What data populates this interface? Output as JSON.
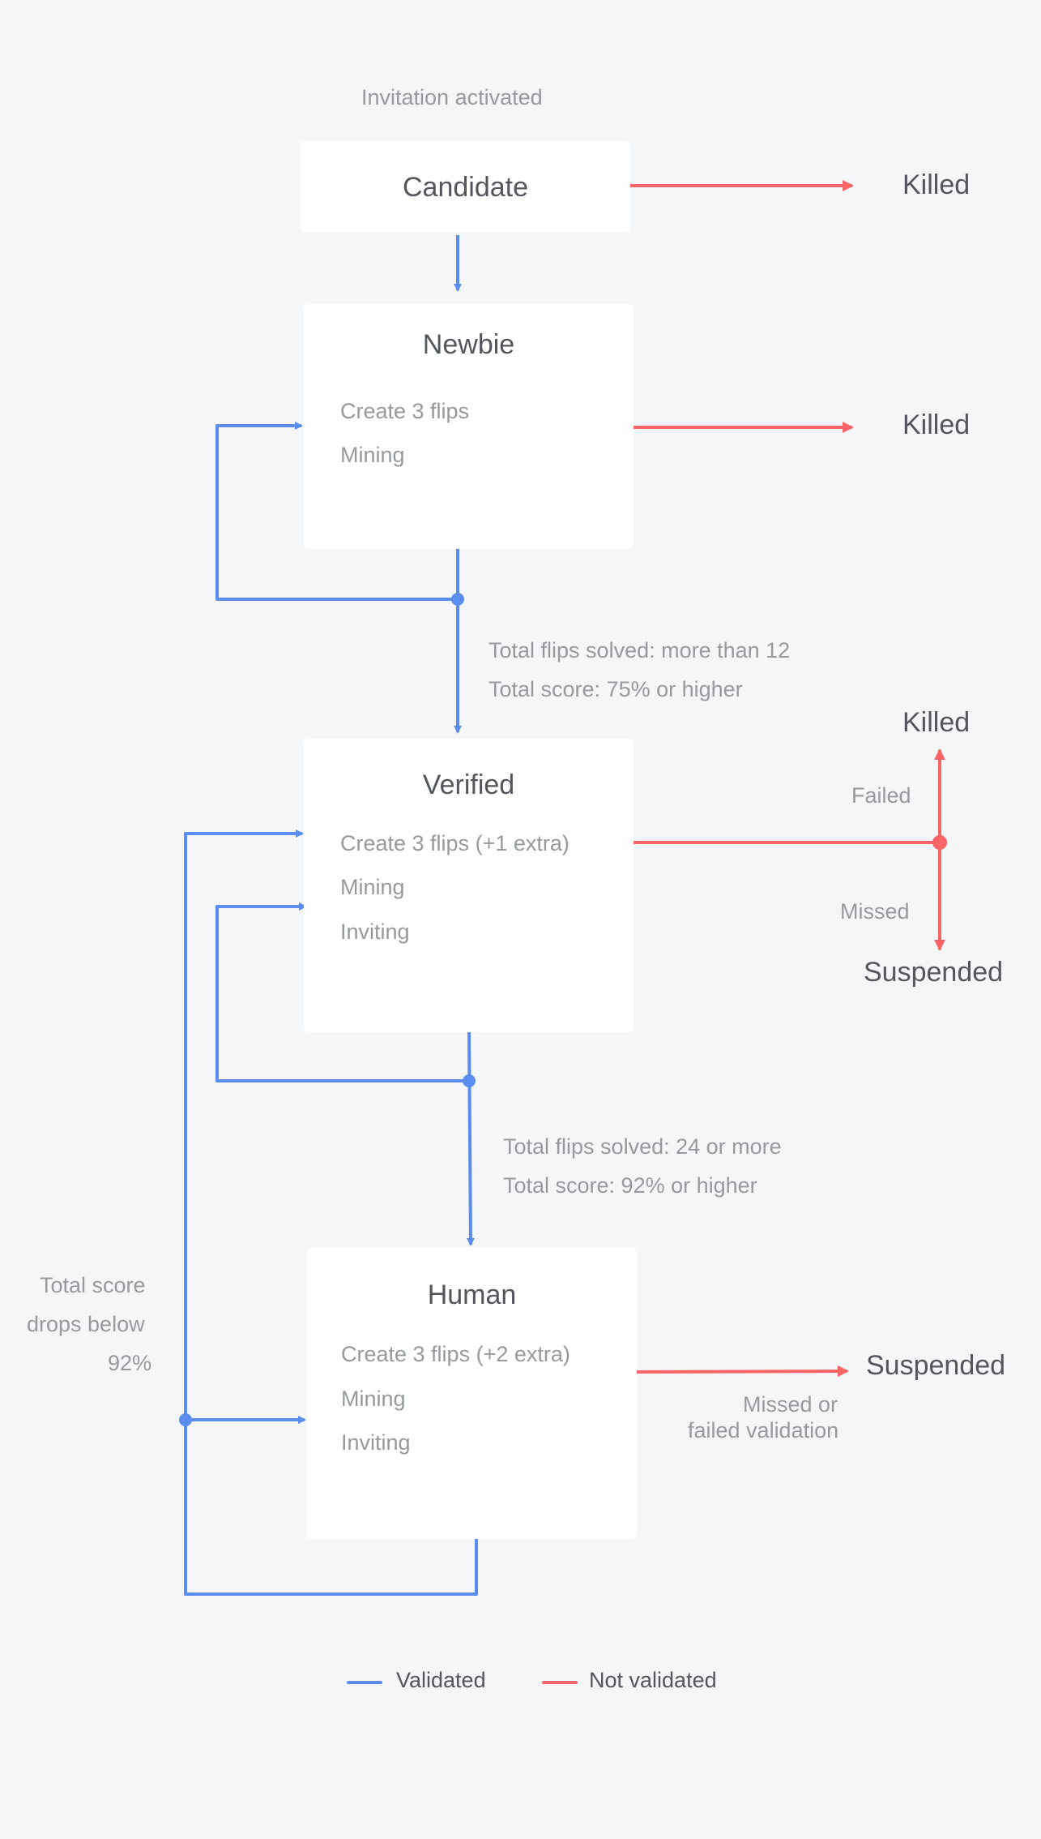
{
  "start_label": "Invitation activated",
  "states": {
    "candidate": {
      "title": "Candidate"
    },
    "newbie": {
      "title": "Newbie",
      "lines": [
        "Create 3 flips",
        "Mining"
      ]
    },
    "verified": {
      "title": "Verified",
      "lines": [
        "Create 3 flips (+1 extra)",
        "Mining",
        "Inviting"
      ]
    },
    "human": {
      "title": "Human",
      "lines": [
        "Create 3 flips (+2 extra)",
        "Mining",
        "Inviting"
      ]
    }
  },
  "outcomes": {
    "candidate_killed": "Killed",
    "newbie_killed": "Killed",
    "verified_killed": "Killed",
    "verified_suspended": "Suspended",
    "human_suspended": "Suspended"
  },
  "conditions": {
    "newbie_to_verified": [
      "Total flips solved: more than 12",
      "Total score: 75% or higher"
    ],
    "verified_to_human": [
      "Total flips solved: 24 or more",
      "Total score: 92% or higher"
    ],
    "verified_failed": "Failed",
    "verified_missed": "Missed",
    "human_missed": [
      "Missed or",
      "failed validation"
    ],
    "human_drop": [
      "Total score",
      "drops below",
      "92%"
    ]
  },
  "legend": {
    "validated": {
      "label": "Validated",
      "color": "#5b8def"
    },
    "not_validated": {
      "label": "Not validated",
      "color": "#f76566"
    }
  }
}
